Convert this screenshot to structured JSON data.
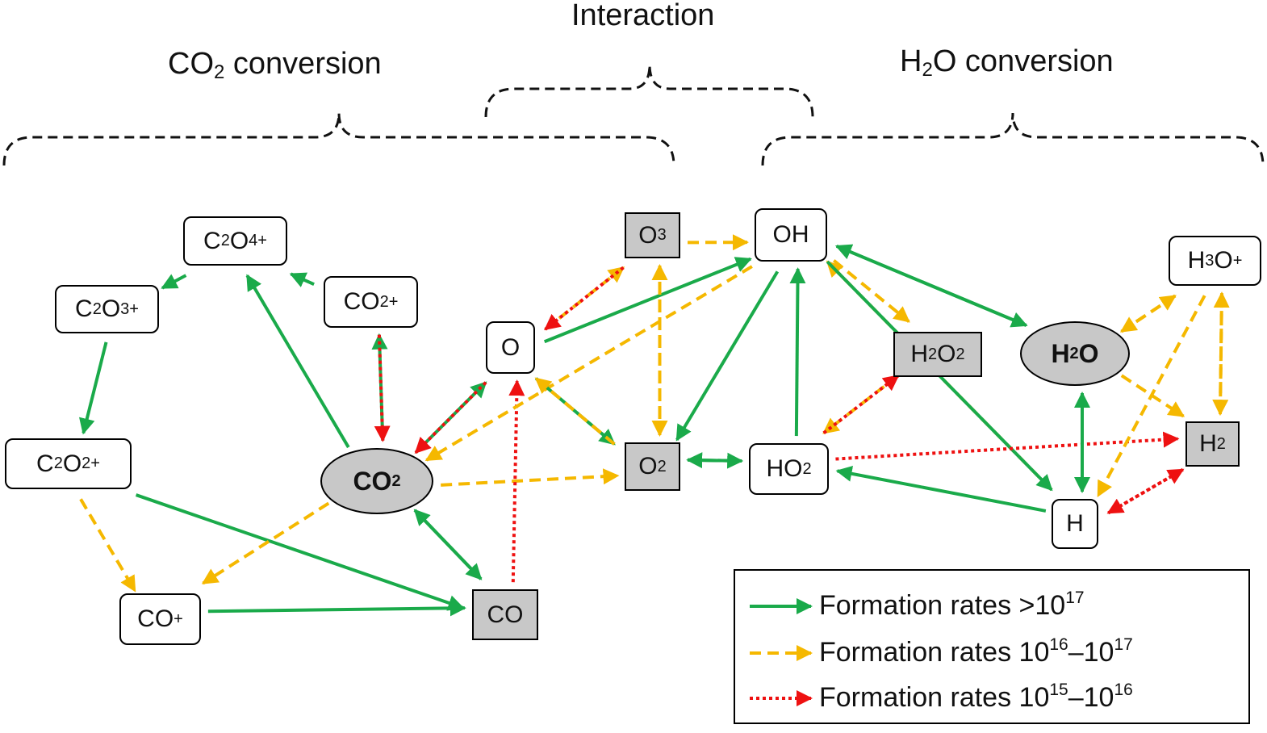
{
  "groups": {
    "co2_conversion": {
      "pre": "CO",
      "sub": "2",
      "post": " conversion"
    },
    "interaction": "Interaction",
    "h2o_conversion": {
      "pre": "H",
      "sub": "2",
      "post": "O conversion"
    }
  },
  "nodes": {
    "c2o4p": {
      "base": "C",
      "s1": "2",
      "mid": "O",
      "s2": "4",
      "sup": "+"
    },
    "c2o3p": {
      "base": "C",
      "s1": "2",
      "mid": "O",
      "s2": "3",
      "sup": "+"
    },
    "c2o2p": {
      "base": "C",
      "s1": "2",
      "mid": "O",
      "s2": "2",
      "sup": "+"
    },
    "co2p": {
      "base": "CO",
      "s1": "2",
      "sup": "+"
    },
    "cop": {
      "base": "CO",
      "sup": "+"
    },
    "co2": {
      "base": "CO",
      "s1": "2"
    },
    "co": {
      "base": "CO"
    },
    "o": {
      "base": "O"
    },
    "o3": {
      "base": "O",
      "s1": "3"
    },
    "o2": {
      "base": "O",
      "s1": "2"
    },
    "oh": {
      "base": "OH"
    },
    "ho2": {
      "base": "HO",
      "s1": "2"
    },
    "h2o2": {
      "base": "H",
      "s1": "2",
      "mid": "O",
      "s2": "2"
    },
    "h2o": {
      "base": "H",
      "s1": "2",
      "mid": "O"
    },
    "h3op": {
      "base": "H",
      "s1": "3",
      "mid": "O",
      "sup": "+"
    },
    "h2": {
      "base": "H",
      "s1": "2"
    },
    "h": {
      "base": "H"
    }
  },
  "legend": [
    {
      "style": "solid",
      "color": "#1aaa4a",
      "text": "Formation rates >10",
      "e1": "17",
      "mid": "",
      "e2": ""
    },
    {
      "style": "dashed",
      "color": "#f5b800",
      "text": "Formation rates 10",
      "e1": "16",
      "mid": "–10",
      "e2": "17"
    },
    {
      "style": "dotted",
      "color": "#ee1111",
      "text": "Formation rates 10",
      "e1": "15",
      "mid": "–10",
      "e2": "16"
    }
  ],
  "colors": {
    "solid": "#1aaa4a",
    "dashed": "#f5b800",
    "dotted": "#ee1111",
    "species_fill": "#c8c8c8"
  },
  "edges": [
    {
      "from": "co2p",
      "to": "c2o4p",
      "rate": "solid"
    },
    {
      "from": "c2o4p",
      "to": "c2o3p",
      "rate": "solid"
    },
    {
      "from": "c2o3p",
      "to": "c2o2p",
      "rate": "solid"
    },
    {
      "from": "co2",
      "to": "c2o4p",
      "rate": "solid"
    },
    {
      "from": "co2",
      "to": "co2p",
      "rate": "solid"
    },
    {
      "from": "co2p",
      "to": "co2",
      "rate": "dotted"
    },
    {
      "from": "c2o2p",
      "to": "cop",
      "rate": "dashed"
    },
    {
      "from": "c2o2p",
      "to": "co",
      "rate": "solid"
    },
    {
      "from": "cop",
      "to": "co",
      "rate": "solid"
    },
    {
      "from": "co2",
      "to": "cop",
      "rate": "dashed"
    },
    {
      "from": "co2",
      "to": "co",
      "rate": "solid"
    },
    {
      "from": "co",
      "to": "co2",
      "rate": "solid"
    },
    {
      "from": "co2",
      "to": "o",
      "rate": "solid"
    },
    {
      "from": "o",
      "to": "co2",
      "rate": "dotted"
    },
    {
      "from": "co2",
      "to": "o2",
      "rate": "dashed"
    },
    {
      "from": "co",
      "to": "o",
      "rate": "dotted"
    },
    {
      "from": "oh",
      "to": "co2",
      "rate": "dashed"
    },
    {
      "from": "o",
      "to": "o3",
      "rate": "dashed"
    },
    {
      "from": "o3",
      "to": "o",
      "rate": "dotted"
    },
    {
      "from": "o",
      "to": "oh",
      "rate": "solid"
    },
    {
      "from": "o",
      "to": "o2",
      "rate": "solid"
    },
    {
      "from": "o2",
      "to": "o",
      "rate": "dashed"
    },
    {
      "from": "o3",
      "to": "oh",
      "rate": "dashed"
    },
    {
      "from": "o3",
      "to": "o2",
      "rate": "dashed"
    },
    {
      "from": "o2",
      "to": "o3",
      "rate": "dashed"
    },
    {
      "from": "oh",
      "to": "o2",
      "rate": "solid"
    },
    {
      "from": "o2",
      "to": "ho2",
      "rate": "solid"
    },
    {
      "from": "ho2",
      "to": "o2",
      "rate": "solid"
    },
    {
      "from": "ho2",
      "to": "oh",
      "rate": "solid"
    },
    {
      "from": "oh",
      "to": "h2o",
      "rate": "solid"
    },
    {
      "from": "h2o",
      "to": "oh",
      "rate": "solid"
    },
    {
      "from": "oh",
      "to": "h2o2",
      "rate": "dashed"
    },
    {
      "from": "h",
      "to": "oh",
      "rate": "dashed"
    },
    {
      "from": "oh",
      "to": "h",
      "rate": "solid"
    },
    {
      "from": "h2o2",
      "to": "ho2",
      "rate": "dashed"
    },
    {
      "from": "ho2",
      "to": "h2o2",
      "rate": "dotted"
    },
    {
      "from": "ho2",
      "to": "h2",
      "rate": "dotted"
    },
    {
      "from": "h",
      "to": "ho2",
      "rate": "solid"
    },
    {
      "from": "h2o",
      "to": "h3op",
      "rate": "dashed"
    },
    {
      "from": "h3op",
      "to": "h2o",
      "rate": "dashed"
    },
    {
      "from": "h2o",
      "to": "h",
      "rate": "solid"
    },
    {
      "from": "h",
      "to": "h2o",
      "rate": "solid"
    },
    {
      "from": "h2o",
      "to": "h2",
      "rate": "dashed"
    },
    {
      "from": "h3op",
      "to": "h",
      "rate": "dashed"
    },
    {
      "from": "h3op",
      "to": "h2",
      "rate": "dashed"
    },
    {
      "from": "h2",
      "to": "h3op",
      "rate": "dashed"
    },
    {
      "from": "h",
      "to": "h2",
      "rate": "dotted"
    },
    {
      "from": "h2",
      "to": "h",
      "rate": "dotted"
    }
  ]
}
